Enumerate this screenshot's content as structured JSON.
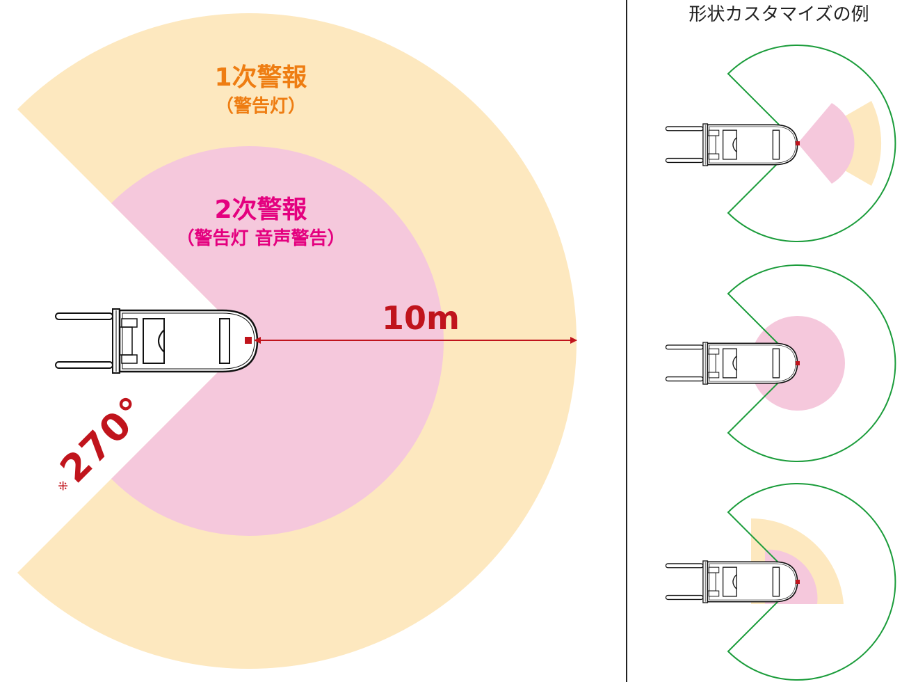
{
  "colors": {
    "primary_zone": "#fde8bf",
    "secondary_zone": "#f5c8dc",
    "primary_text": "#ee7d12",
    "secondary_text": "#e4007f",
    "accent_red": "#c0141c",
    "outline_green": "#1a9c3a",
    "divider": "#222222"
  },
  "main_diagram": {
    "primary_zone": {
      "title": "1次警報",
      "subtitle": "（警告灯）"
    },
    "secondary_zone": {
      "title": "2次警報",
      "subtitle": "（警告灯 音声警告）"
    },
    "distance_label": "10m",
    "angle_note_mark": "※",
    "angle_label": "270°"
  },
  "customization_panel": {
    "title": "形状カスタマイズの例",
    "examples": [
      {
        "name": "narrow-forward-sector"
      },
      {
        "name": "secondary-full-circle-only"
      },
      {
        "name": "upper-half-zones"
      }
    ]
  }
}
